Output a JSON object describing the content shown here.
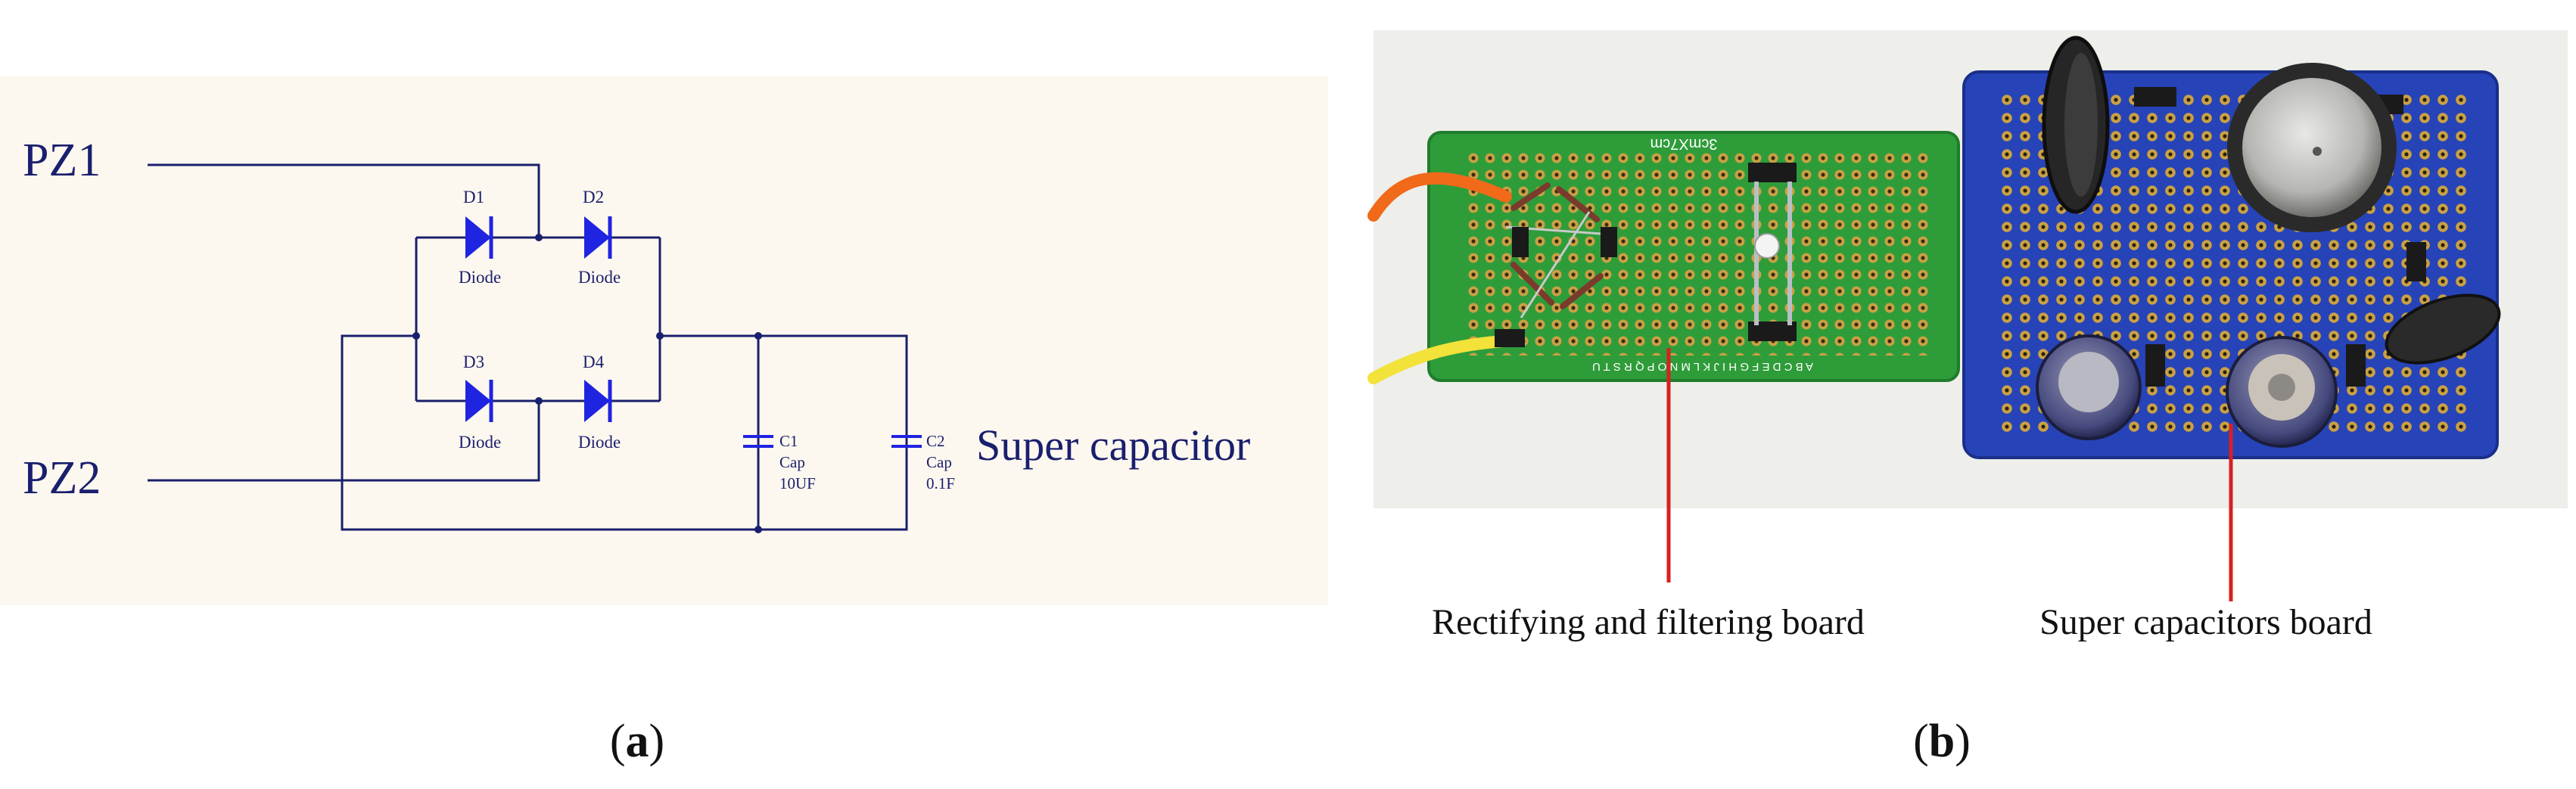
{
  "colors": {
    "schematic_background": "#fdf8ef",
    "wire": "#1a1f6e",
    "diode": "#1f24e0",
    "label": "#1a1f6e",
    "pcb_green": "#2f9c3a",
    "pcb_blue": "#2743b8",
    "photo_background": "#eeeeea",
    "pointer_line": "#d8201f",
    "wire_orange": "#f06a1a",
    "wire_yellow": "#f2e23a"
  },
  "panel_a": {
    "label_open": "(",
    "label_letter": "a",
    "label_close": ")",
    "inputs": {
      "pz1": "PZ1",
      "pz2": "PZ2"
    },
    "diodes": [
      {
        "ref": "D1",
        "type": "Diode"
      },
      {
        "ref": "D2",
        "type": "Diode"
      },
      {
        "ref": "D3",
        "type": "Diode"
      },
      {
        "ref": "D4",
        "type": "Diode"
      }
    ],
    "capacitors": [
      {
        "ref": "C1",
        "type": "Cap",
        "value": "10UF"
      },
      {
        "ref": "C2",
        "type": "Cap",
        "value": "0.1F"
      }
    ],
    "output_label": "Super capacitor"
  },
  "panel_b": {
    "label_open": "(",
    "label_letter": "b",
    "label_close": ")",
    "green_board_silkscreen": "3cmX7cm",
    "green_board_letters": "A B C D E F G H I J K L M N O P Q R S T U",
    "callouts": {
      "left": "Rectifying and filtering board",
      "right": "Super capacitors board"
    }
  }
}
